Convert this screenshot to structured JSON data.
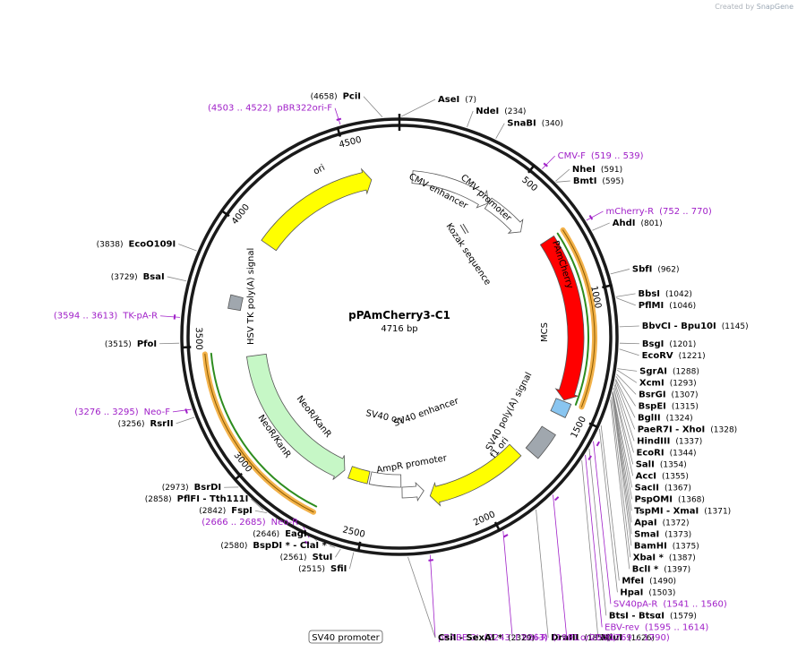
{
  "credit": {
    "prefix": "Created by",
    "brand": "SnapGene"
  },
  "plasmid": {
    "name": "pPAmCherry3-C1",
    "size": "4716 bp",
    "length": 4716
  },
  "ticks": [
    {
      "bp": 500,
      "label": "500"
    },
    {
      "bp": 1000,
      "label": "1000"
    },
    {
      "bp": 1500,
      "label": "1500"
    },
    {
      "bp": 2000,
      "label": "2000"
    },
    {
      "bp": 2500,
      "label": "2500"
    },
    {
      "bp": 3000,
      "label": "3000"
    },
    {
      "bp": 3500,
      "label": "3500"
    },
    {
      "bp": 4000,
      "label": "4000"
    },
    {
      "bp": 4500,
      "label": "4500"
    }
  ],
  "features": [
    {
      "name": "CMV enhancer",
      "start": 61,
      "end": 440,
      "color": "#ffffff",
      "direction": 1,
      "label": "CMV enhancer"
    },
    {
      "name": "CMV promoter",
      "start": 441,
      "end": 644,
      "color": "#ffffff",
      "direction": 1,
      "label": "CMV promoter"
    },
    {
      "name": "PAmCherry",
      "start": 745,
      "end": 1455,
      "color": "#ff0000",
      "direction": 1,
      "label": "PAmCherry"
    },
    {
      "name": "MCS",
      "start": 1460,
      "end": 1520,
      "color": "#89c5f0",
      "direction": 0,
      "label": "MCS"
    },
    {
      "name": "SV40 poly(A) signal",
      "start": 1600,
      "end": 1720,
      "color": "#a0a7ae",
      "direction": 0,
      "label": "SV40 poly(A) signal"
    },
    {
      "name": "f1 ori",
      "start": 1760,
      "end": 2215,
      "color": "#ffff00",
      "direction": 1,
      "label": "f1 ori"
    },
    {
      "name": "AmpR promoter",
      "start": 2240,
      "end": 2345,
      "color": "#ffffff",
      "direction": -1,
      "label": "AmpR promoter"
    },
    {
      "name": "SV40 enhancer",
      "start": 2350,
      "end": 2510,
      "color": "#ffffff",
      "direction": 0,
      "label": "SV40 enhancer"
    },
    {
      "name": "SV40 ori",
      "start": 2520,
      "end": 2620,
      "color": "#ffff00",
      "direction": 0,
      "label": "SV40 ori"
    },
    {
      "name": "NeoR/KanR",
      "start": 2650,
      "end": 3440,
      "color": "#c6f7c6",
      "direction": -1,
      "label": "NeoR/KanR"
    },
    {
      "name": "HSV TK poly(A) signal",
      "start": 3660,
      "end": 3720,
      "color": "#a0a7ae",
      "direction": 0,
      "label": "HSV TK poly(A) signal"
    },
    {
      "name": "ori",
      "start": 3995,
      "end": 4584,
      "color": "#ffff00",
      "direction": 1,
      "label": "ori"
    }
  ],
  "orf_arcs": [
    {
      "start": 745,
      "end": 1455,
      "direction": 1
    },
    {
      "start": 2700,
      "end": 3470,
      "direction": -1
    }
  ],
  "inner_labels": [
    {
      "name": "kozak",
      "text": "Kozak sequence"
    }
  ],
  "sites": [
    {
      "name": "PciI",
      "pos": "(4658)",
      "bp": 4658,
      "side": "L"
    },
    {
      "name": "AseI",
      "pos": "(7)",
      "bp": 7,
      "side": "R"
    },
    {
      "name": "NdeI",
      "pos": "(234)",
      "bp": 234,
      "side": "R"
    },
    {
      "name": "SnaBI",
      "pos": "(340)",
      "bp": 340,
      "side": "R"
    },
    {
      "name": "NheI",
      "pos": "(591)",
      "bp": 591,
      "side": "R"
    },
    {
      "name": "BmtI",
      "pos": "(595)",
      "bp": 595,
      "side": "R"
    },
    {
      "name": "AhdI",
      "pos": "(801)",
      "bp": 801,
      "side": "R"
    },
    {
      "name": "SbfI",
      "pos": "(962)",
      "bp": 962,
      "side": "R"
    },
    {
      "name": "BbsI",
      "pos": "(1042)",
      "bp": 1042,
      "side": "R"
    },
    {
      "name": "PflMI",
      "pos": "(1046)",
      "bp": 1046,
      "side": "R"
    },
    {
      "name": "BbvCI - Bpu10I",
      "pos": "(1145)",
      "bp": 1145,
      "side": "R"
    },
    {
      "name": "BsgI",
      "pos": "(1201)",
      "bp": 1201,
      "side": "R"
    },
    {
      "name": "EcoRV",
      "pos": "(1221)",
      "bp": 1221,
      "side": "R"
    },
    {
      "name": "SgrAI",
      "pos": "(1288)",
      "bp": 1288,
      "side": "R"
    },
    {
      "name": "XcmI",
      "pos": "(1293)",
      "bp": 1293,
      "side": "R"
    },
    {
      "name": "BsrGI",
      "pos": "(1307)",
      "bp": 1307,
      "side": "R"
    },
    {
      "name": "BspEI",
      "pos": "(1315)",
      "bp": 1315,
      "side": "R"
    },
    {
      "name": "BglII",
      "pos": "(1324)",
      "bp": 1324,
      "side": "R"
    },
    {
      "name": "PaeR7I - XhoI",
      "pos": "(1328)",
      "bp": 1328,
      "side": "R"
    },
    {
      "name": "HindIII",
      "pos": "(1337)",
      "bp": 1337,
      "side": "R"
    },
    {
      "name": "EcoRI",
      "pos": "(1344)",
      "bp": 1344,
      "side": "R"
    },
    {
      "name": "SalI",
      "pos": "(1354)",
      "bp": 1354,
      "side": "R"
    },
    {
      "name": "AccI",
      "pos": "(1355)",
      "bp": 1355,
      "side": "R"
    },
    {
      "name": "SacII",
      "pos": "(1367)",
      "bp": 1367,
      "side": "R"
    },
    {
      "name": "PspOMI",
      "pos": "(1368)",
      "bp": 1368,
      "side": "R"
    },
    {
      "name": "TspMI - XmaI",
      "pos": "(1371)",
      "bp": 1371,
      "side": "R"
    },
    {
      "name": "ApaI",
      "pos": "(1372)",
      "bp": 1372,
      "side": "R"
    },
    {
      "name": "SmaI",
      "pos": "(1373)",
      "bp": 1373,
      "side": "R"
    },
    {
      "name": "BamHI",
      "pos": "(1375)",
      "bp": 1375,
      "side": "R"
    },
    {
      "name": "XbaI *",
      "pos": "(1387)",
      "bp": 1387,
      "side": "R"
    },
    {
      "name": "BclI *",
      "pos": "(1397)",
      "bp": 1397,
      "side": "R"
    },
    {
      "name": "MfeI",
      "pos": "(1490)",
      "bp": 1490,
      "side": "R"
    },
    {
      "name": "HpaI",
      "pos": "(1503)",
      "bp": 1503,
      "side": "R"
    },
    {
      "name": "BtsI - BtsαI",
      "pos": "(1579)",
      "bp": 1579,
      "side": "R"
    },
    {
      "name": "MluI",
      "pos": "(1626)",
      "bp": 1626,
      "side": "R"
    },
    {
      "name": "DraIII",
      "pos": "(1856)",
      "bp": 1856,
      "side": "R"
    },
    {
      "name": "CsiI - SexAI *",
      "pos": "(2329)",
      "bp": 2329,
      "side": "R"
    },
    {
      "name": "SfiI",
      "pos": "(2515)",
      "bp": 2515,
      "side": "L"
    },
    {
      "name": "StuI",
      "pos": "(2561)",
      "bp": 2561,
      "side": "L"
    },
    {
      "name": "BspDI * - ClaI *",
      "pos": "(2580)",
      "bp": 2580,
      "side": "L"
    },
    {
      "name": "EagI",
      "pos": "(2646)",
      "bp": 2646,
      "side": "L"
    },
    {
      "name": "FspI",
      "pos": "(2842)",
      "bp": 2842,
      "side": "L"
    },
    {
      "name": "PflFI - Tth111I",
      "pos": "(2858)",
      "bp": 2858,
      "side": "L"
    },
    {
      "name": "BsrDI",
      "pos": "(2973)",
      "bp": 2973,
      "side": "L"
    },
    {
      "name": "RsrII",
      "pos": "(3256)",
      "bp": 3256,
      "side": "L"
    },
    {
      "name": "PfoI",
      "pos": "(3515)",
      "bp": 3515,
      "side": "L"
    },
    {
      "name": "BsaI",
      "pos": "(3729)",
      "bp": 3729,
      "side": "L"
    },
    {
      "name": "EcoO109I",
      "pos": "(3838)",
      "bp": 3838,
      "side": "L"
    }
  ],
  "primers": [
    {
      "name": "pBR322ori-F",
      "range": "(4503 .. 4522)",
      "bp": 4512,
      "side": "L"
    },
    {
      "name": "CMV-F",
      "range": "(519 .. 539)",
      "bp": 529,
      "side": "R"
    },
    {
      "name": "mCherry-R",
      "range": "(752 .. 770)",
      "bp": 761,
      "side": "R"
    },
    {
      "name": "SV40pA-R",
      "range": "(1541 .. 1560)",
      "bp": 1550,
      "side": "R"
    },
    {
      "name": "EBV-rev",
      "range": "(1595 .. 1614)",
      "bp": 1604,
      "side": "R"
    },
    {
      "name": "F1ori-F",
      "range": "(1769 .. 1790)",
      "bp": 1779,
      "side": "R"
    },
    {
      "name": "F1ori-R",
      "range": "(1981 .. 2000)",
      "bp": 1990,
      "side": "R"
    },
    {
      "name": "pBABE 3'",
      "range": "(2243 .. 2263)",
      "bp": 2253,
      "side": "R"
    },
    {
      "name": "Neo-R",
      "range": "(2666 .. 2685)",
      "bp": 2675,
      "side": "L"
    },
    {
      "name": "Neo-F",
      "range": "(3276 .. 3295)",
      "bp": 3285,
      "side": "L"
    },
    {
      "name": "TK-pA-R",
      "range": "(3594 .. 3613)",
      "bp": 3603,
      "side": "L"
    }
  ],
  "boxed_label": {
    "text": "SV40 promoter"
  }
}
